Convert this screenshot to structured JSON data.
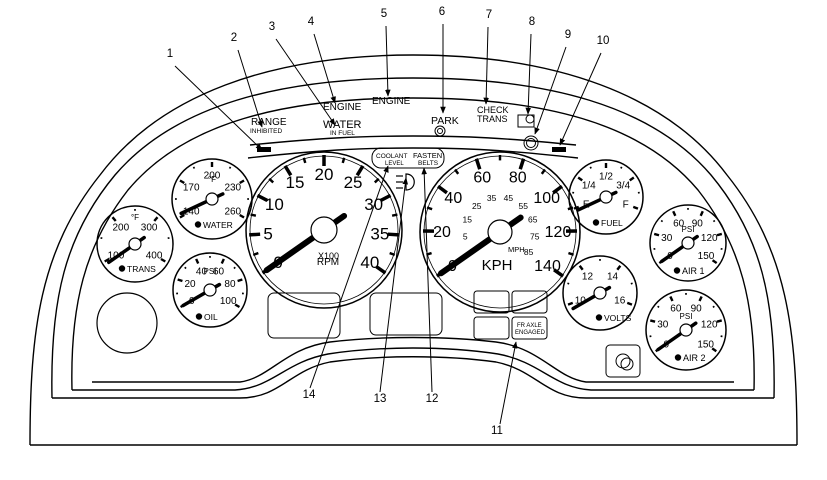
{
  "callouts": [
    "1",
    "2",
    "3",
    "4",
    "5",
    "6",
    "7",
    "8",
    "9",
    "10",
    "11",
    "12",
    "13",
    "14"
  ],
  "indicators": {
    "range": "RANGE",
    "range_sub": "INHIBITED",
    "water": "WATER",
    "water_sub": "IN FUEL",
    "engine_a": "ENGINE",
    "engine_b": "ENGINE",
    "park": "PARK",
    "check": "CHECK",
    "trans": "TRANS",
    "coolant": "COOLANT",
    "coolant_sub": "LEVEL",
    "fasten": "FASTEN",
    "fasten_sub": "BELTS",
    "fraxle": "FR AXLE",
    "fraxle_sub": "ENGAGED"
  },
  "tachometer": {
    "ticks": [
      "0",
      "5",
      "10",
      "15",
      "20",
      "25",
      "30",
      "35",
      "40"
    ],
    "multiplier": "X100",
    "unit": "RPM",
    "value": 0
  },
  "speedometer": {
    "kph_ticks": [
      "0",
      "20",
      "40",
      "60",
      "80",
      "100",
      "120",
      "140"
    ],
    "mph_ticks": [
      "0",
      "5",
      "15",
      "25",
      "35",
      "45",
      "55",
      "65",
      "75",
      "85"
    ],
    "kph_unit": "KPH",
    "mph_unit": "MPH",
    "value": 0
  },
  "gauges": {
    "trans": {
      "label": "TRANS",
      "unit": "°F",
      "ticks": [
        "100",
        "200",
        "300",
        "400"
      ]
    },
    "water": {
      "label": "WATER",
      "unit": "°F",
      "ticks": [
        "140",
        "170",
        "200",
        "230",
        "260"
      ]
    },
    "oil": {
      "label": "OIL",
      "unit": "PSI",
      "ticks": [
        "0",
        "20",
        "40",
        "60",
        "80",
        "100"
      ]
    },
    "fuel": {
      "label": "FUEL",
      "ticks": [
        "E",
        "1/4",
        "1/2",
        "3/4",
        "F"
      ]
    },
    "air1": {
      "label": "AIR 1",
      "unit": "PSI",
      "ticks": [
        "0",
        "30",
        "60",
        "90",
        "120",
        "150"
      ]
    },
    "volts": {
      "label": "VOLTS",
      "ticks": [
        "10",
        "12",
        "14",
        "16"
      ]
    },
    "air2": {
      "label": "AIR 2",
      "unit": "PSI",
      "ticks": [
        "0",
        "30",
        "60",
        "90",
        "120",
        "150"
      ]
    }
  }
}
